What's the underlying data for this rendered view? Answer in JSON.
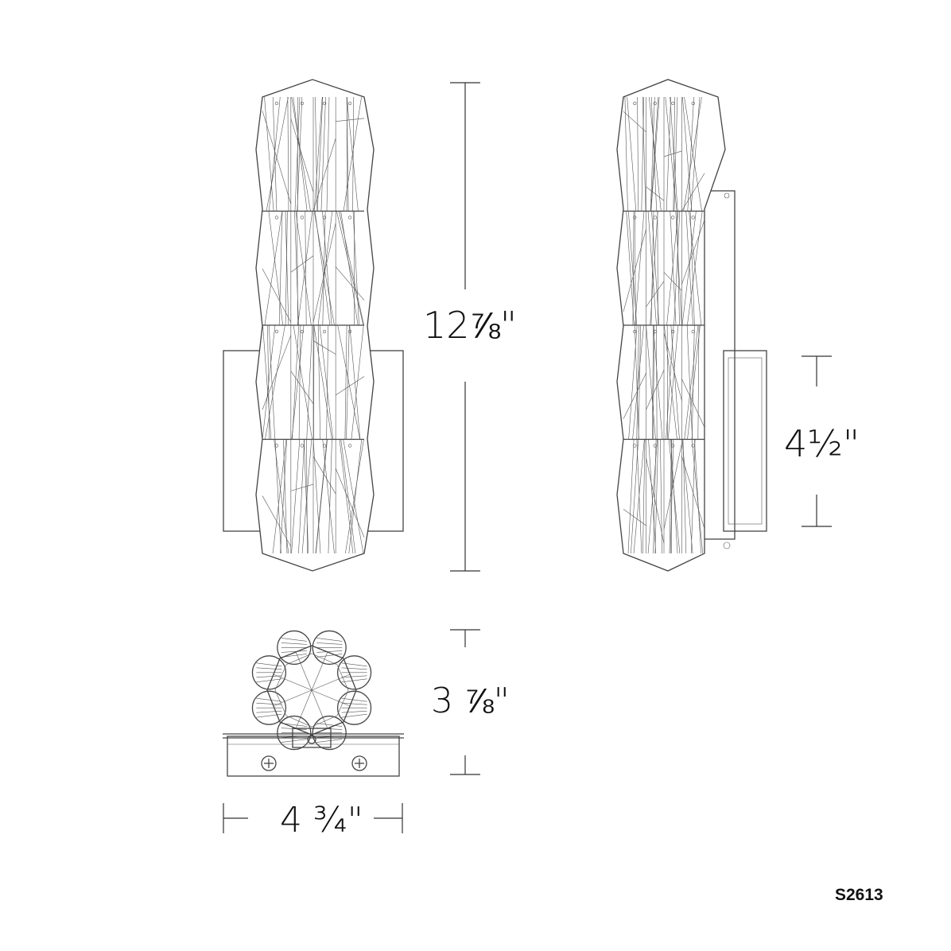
{
  "dimensions": {
    "height": "12⅞\"",
    "backplate_height": "4½\"",
    "depth": "3 ⅞\"",
    "width": "4 ¾\""
  },
  "model_number": "S2613",
  "views": [
    "front",
    "side",
    "top"
  ],
  "colors": {
    "line": "#444444",
    "text": "#111111",
    "background": "#ffffff"
  }
}
